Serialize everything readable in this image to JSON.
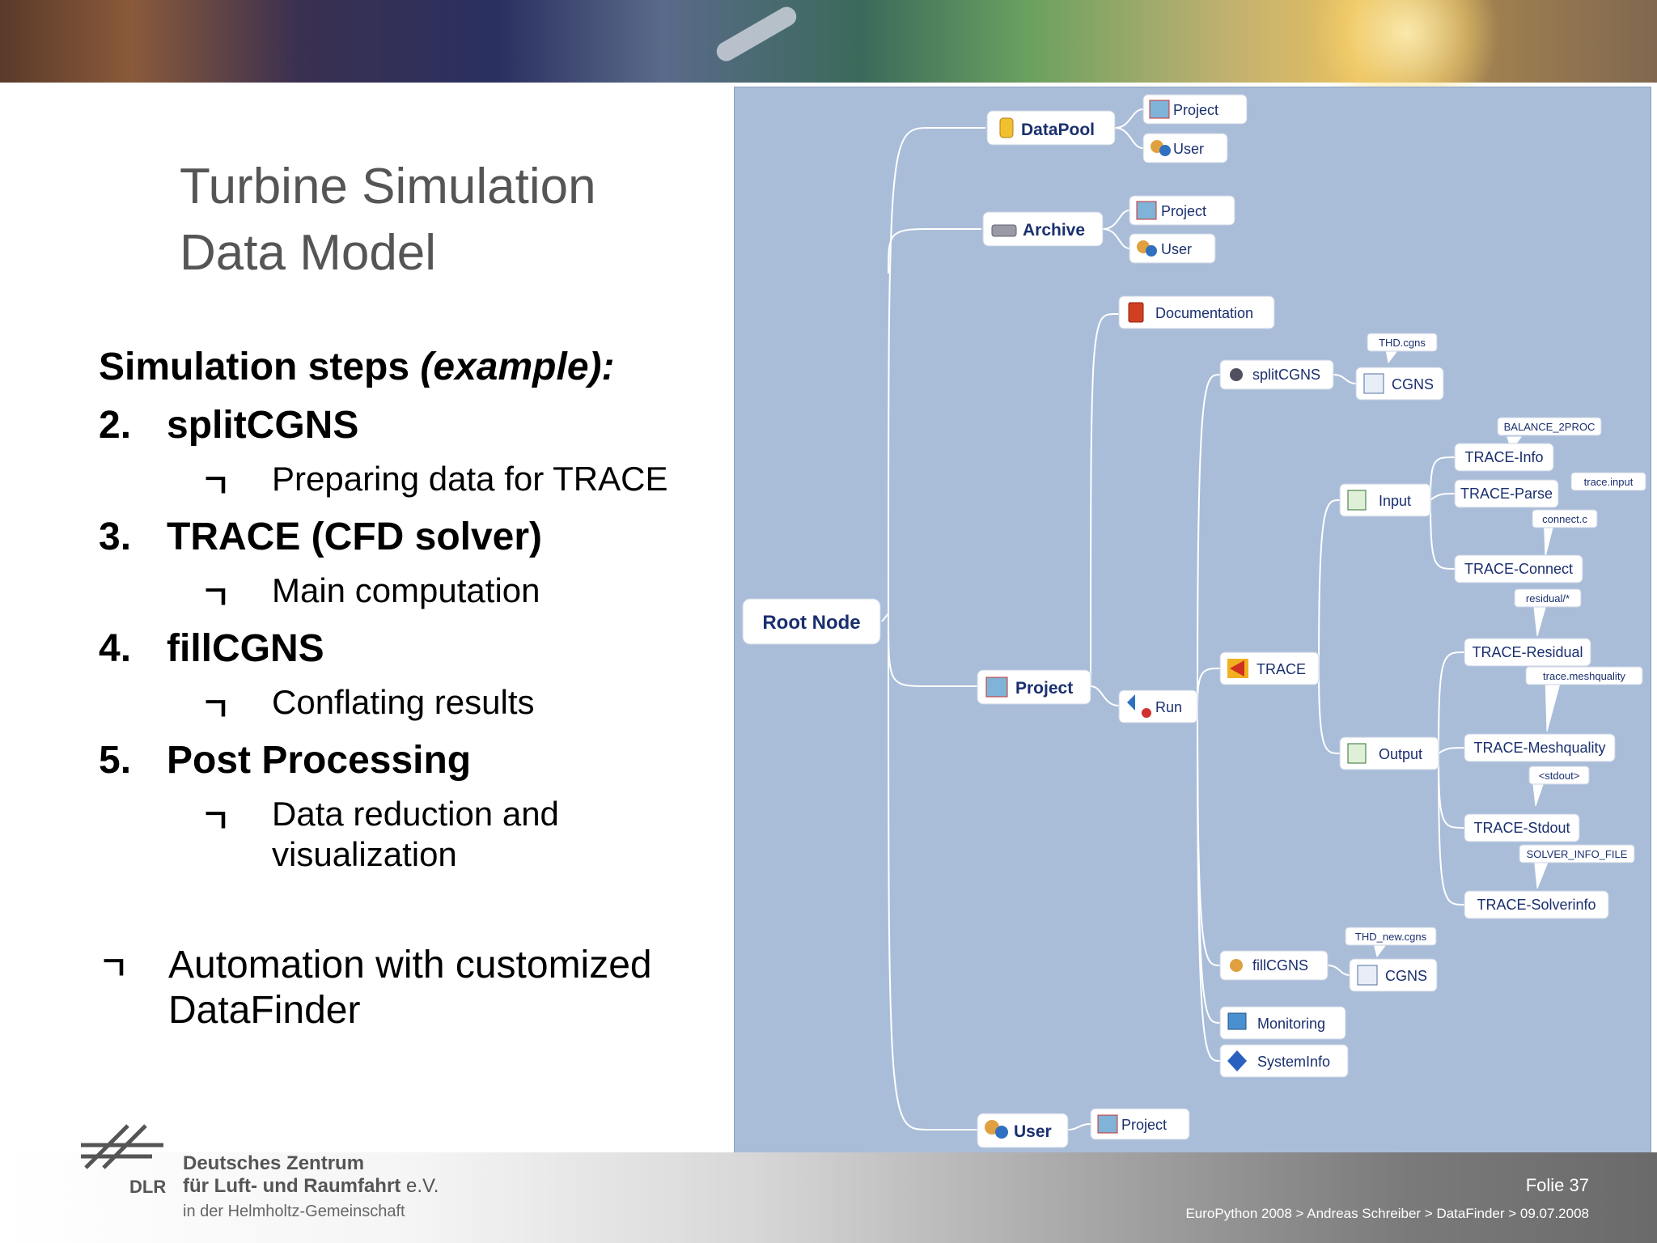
{
  "title": {
    "line1": "Turbine Simulation",
    "line2": "Data Model"
  },
  "steps": {
    "heading": "Simulation steps",
    "heading_italic": "(example):",
    "items": [
      {
        "num": "2.",
        "label": "splitCGNS",
        "sub": "Preparing data for TRACE"
      },
      {
        "num": "3.",
        "label": "TRACE (CFD solver)",
        "sub": "Main computation"
      },
      {
        "num": "4.",
        "label": "fillCGNS",
        "sub": "Conflating results"
      },
      {
        "num": "5.",
        "label": "Post Processing",
        "sub_line1": "Data reduction and",
        "sub_line2": "visualization"
      }
    ],
    "arrow_glyph": "ㄱ"
  },
  "automation": {
    "line1": "Automation with customized",
    "line2": "DataFinder"
  },
  "diagram": {
    "nodes": {
      "root": "Root Node",
      "datapool": "DataPool",
      "datapool_project": "Project",
      "datapool_user": "User",
      "archive": "Archive",
      "archive_project": "Project",
      "archive_user": "User",
      "documentation": "Documentation",
      "project": "Project",
      "run": "Run",
      "splitcgns": "splitCGNS",
      "cgns1": "CGNS",
      "thd_cgns": "THD.cgns",
      "trace": "TRACE",
      "input": "Input",
      "output": "Output",
      "trace_info": "TRACE-Info",
      "balance": "BALANCE_2PROC",
      "trace_parse": "TRACE-Parse",
      "trace_input": "trace.input",
      "connect_c": "connect.c",
      "trace_connect": "TRACE-Connect",
      "residual": "residual/*",
      "trace_residual": "TRACE-Residual",
      "meshquality_file": "trace.meshquality",
      "trace_meshquality": "TRACE-Meshquality",
      "stdout": "<stdout>",
      "trace_stdout": "TRACE-Stdout",
      "solver_info_file": "SOLVER_INFO_FILE",
      "trace_solverinfo": "TRACE-Solverinfo",
      "fillcgns": "fillCGNS",
      "cgns2": "CGNS",
      "thd_new_cgns": "THD_new.cgns",
      "monitoring": "Monitoring",
      "systeminfo": "SystemInfo",
      "user": "User",
      "user_project": "Project"
    },
    "colors": {
      "background": "#a9bdd9",
      "node_text": "#1a2f6e",
      "connector": "#ffffff"
    }
  },
  "footer": {
    "slide": "Folie 37",
    "breadcrumb": "EuroPython 2008 > Andreas Schreiber > DataFinder > 09.07.2008",
    "logo_text": "DLR",
    "org_line1": "Deutsches Zentrum",
    "org_line2": "für Luft- und Raumfahrt",
    "org_suffix": "e.V.",
    "org_line3": "in der Helmholtz-Gemeinschaft"
  }
}
